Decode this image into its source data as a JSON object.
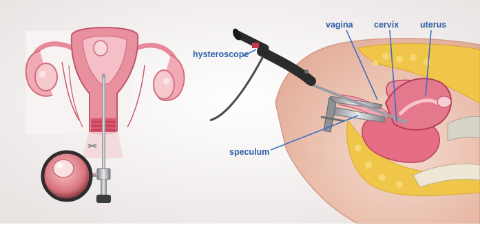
{
  "labels": {
    "vagina": "vagina",
    "cervix": "cervix",
    "uterus": "uterus",
    "hysteroscope": "hysteroscope",
    "speculum": "speculum"
  },
  "colors": {
    "label_text": "#2f5fa8",
    "leader_line": "#3e6fbf",
    "background": "#f2efee",
    "tissue_pink": "#e88a9c",
    "tissue_light": "#f6c6ce",
    "fat_yellow": "#f0c64a",
    "skin": "#efc9b8",
    "instrument_dark": "#2b2b2b",
    "instrument_metal": "#b9bcc0"
  }
}
